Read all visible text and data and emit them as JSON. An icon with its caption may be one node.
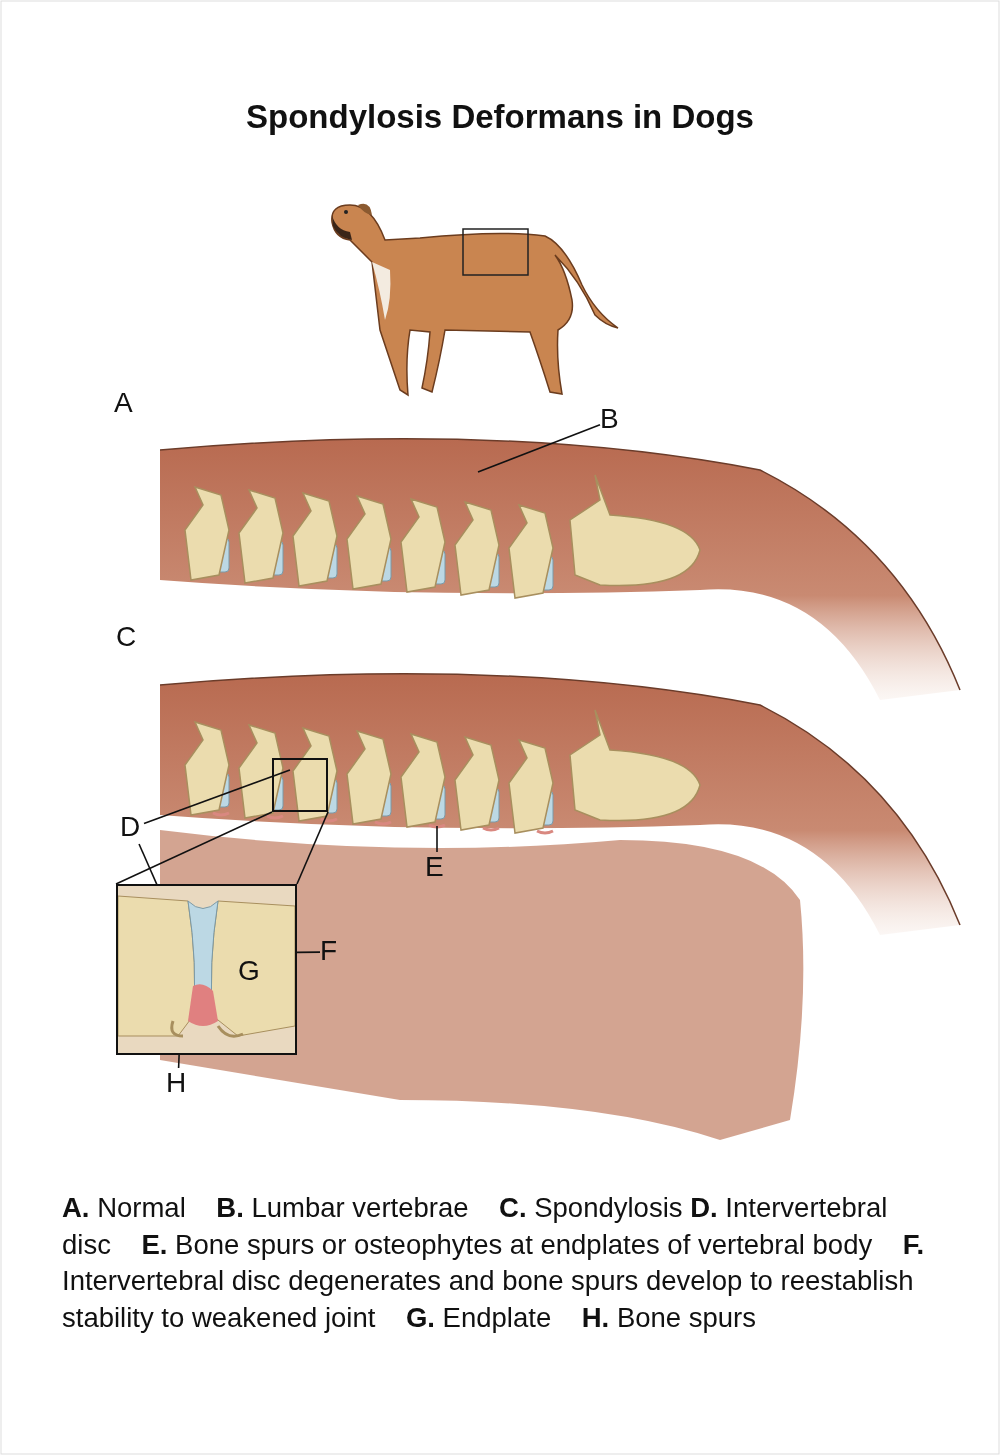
{
  "diagram": {
    "title": "Spondylosis Deformans in Dogs",
    "nodes": [
      {
        "text": [],
        "shape": "box"
      },
      {
        "text": [],
        "shape": "picture"
      },
      {
        "text": [
          "B"
        ]
      },
      {
        "text": [
          "D"
        ]
      },
      {
        "text": [
          "E"
        ]
      },
      {
        "text": [
          "F"
        ]
      },
      {
        "text": [
          "H"
        ]
      },
      {
        "text": [],
        "shape": "bar"
      }
    ],
    "edges": [
      {
        "from": 0,
        "to": 1,
        "arrow": "none"
      },
      {
        "from": 0,
        "to": 1,
        "arrow": "none"
      },
      {
        "from": 2,
        "to": null,
        "arrow": "none"
      },
      {
        "from": 3,
        "to": 0,
        "arrow": "none"
      },
      {
        "from": 3,
        "to": 1,
        "arrow": "none"
      },
      {
        "from": 4,
        "to": 7,
        "arrow": "none"
      },
      {
        "from": 5,
        "to": 1,
        "arrow": "none"
      },
      {
        "from": 6,
        "to": 1,
        "arrow": "none"
      }
    ],
    "labels": [
      "A",
      "C",
      "G"
    ],
    "caption": "**A.** Normal    **B.** Lumbar vertebrae    **C.** Spondylosis **D.** Intervertebral disc    **E.** Bone spurs or osteophytes at endplates of vertebral body    **F.** Intervertebral disc degenerates and bone spurs develop to reestablish stability to weakened joint    **G.** Endplate    **H.** Bone spurs"
  }
}
